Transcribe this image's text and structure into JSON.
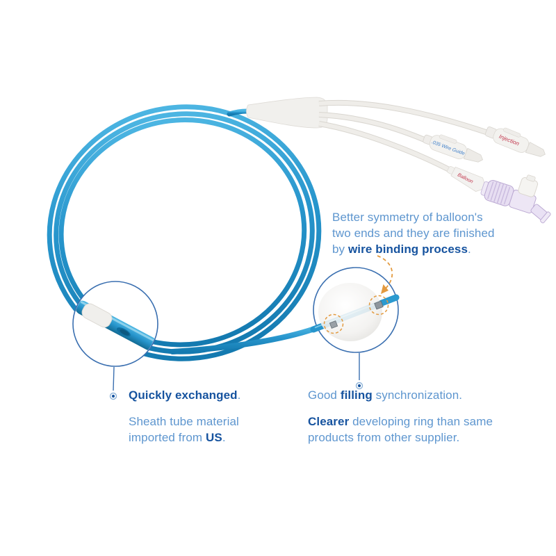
{
  "colors": {
    "background": "#ffffff",
    "text_light_blue": "#5E96CF",
    "text_dark_blue": "#16539F",
    "tube_blue": "#2795CC",
    "tube_blue_dark": "#147AB0",
    "tube_blue_light": "#9FDCF2",
    "accent_orange": "#E39A3F",
    "magnifier_ring_blue": "#3A6FB0",
    "white_tube": "#EFEDE9",
    "connector_label_red": "#C2394F",
    "connector_label_blue": "#3D7EC9",
    "stopcock_lavender": "#E7DEF2"
  },
  "device": {
    "connector_labels": {
      "injection": "Injection",
      "wire_guide": ".035 Wire Guide",
      "balloon": "Balloon"
    }
  },
  "annotations": {
    "balloon_symmetry": {
      "line1": "Better symmetry of balloon's",
      "line2": "two ends and they are finished",
      "line3_pre": "by ",
      "line3_bold": "wire binding process",
      "line3_post": "."
    },
    "quick_exchange": {
      "title_bold": "Quickly exchanged",
      "title_post": ".",
      "body_line1": "Sheath tube material",
      "body_line2_pre": "imported from ",
      "body_line2_bold": "US",
      "body_line2_post": "."
    },
    "filling_sync": {
      "pre": "Good ",
      "bold": "filling",
      "post": " synchronization."
    },
    "developing_ring": {
      "line1_bold": "Clearer",
      "line1_post": " developing ring than same",
      "line2": "products from other supplier."
    }
  }
}
